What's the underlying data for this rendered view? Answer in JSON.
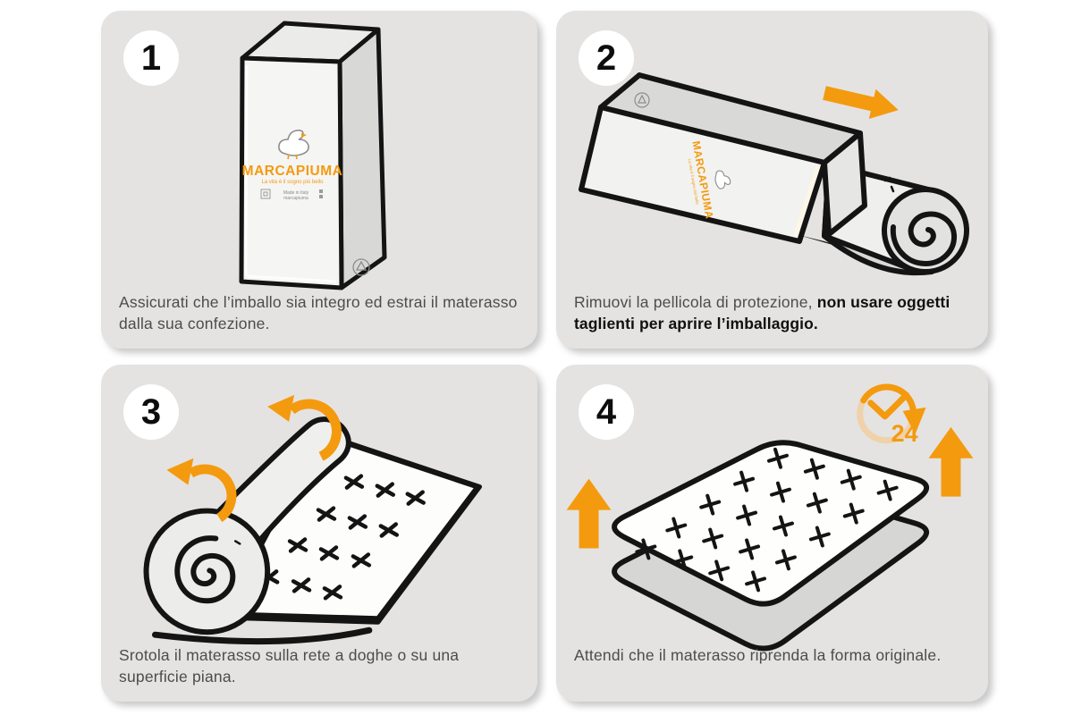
{
  "colors": {
    "panel_bg": "#e4e3e2",
    "accent_orange": "#f49a0f",
    "caption_text": "#4c4c4c",
    "ink": "#141414"
  },
  "brand": {
    "name": "MARCAPIUMA",
    "tagline": "La vita è il sogno più bello",
    "line1": "Made in Italy",
    "line2": "marcapiuma"
  },
  "badge_24": "24",
  "steps": [
    {
      "number": "1",
      "caption": "Assicurati che l’imballo sia integro ed estrai il materasso dalla sua confezione.",
      "caption_bold": ""
    },
    {
      "number": "2",
      "caption": "Rimuovi la pellicola di protezione, ",
      "caption_bold": "non usare oggetti taglienti per aprire l’imballaggio."
    },
    {
      "number": "3",
      "caption": "Srotola il materasso sulla rete a doghe o su una superficie piana.",
      "caption_bold": ""
    },
    {
      "number": "4",
      "caption": "Attendi che il materasso riprenda la forma originale.",
      "caption_bold": ""
    }
  ]
}
